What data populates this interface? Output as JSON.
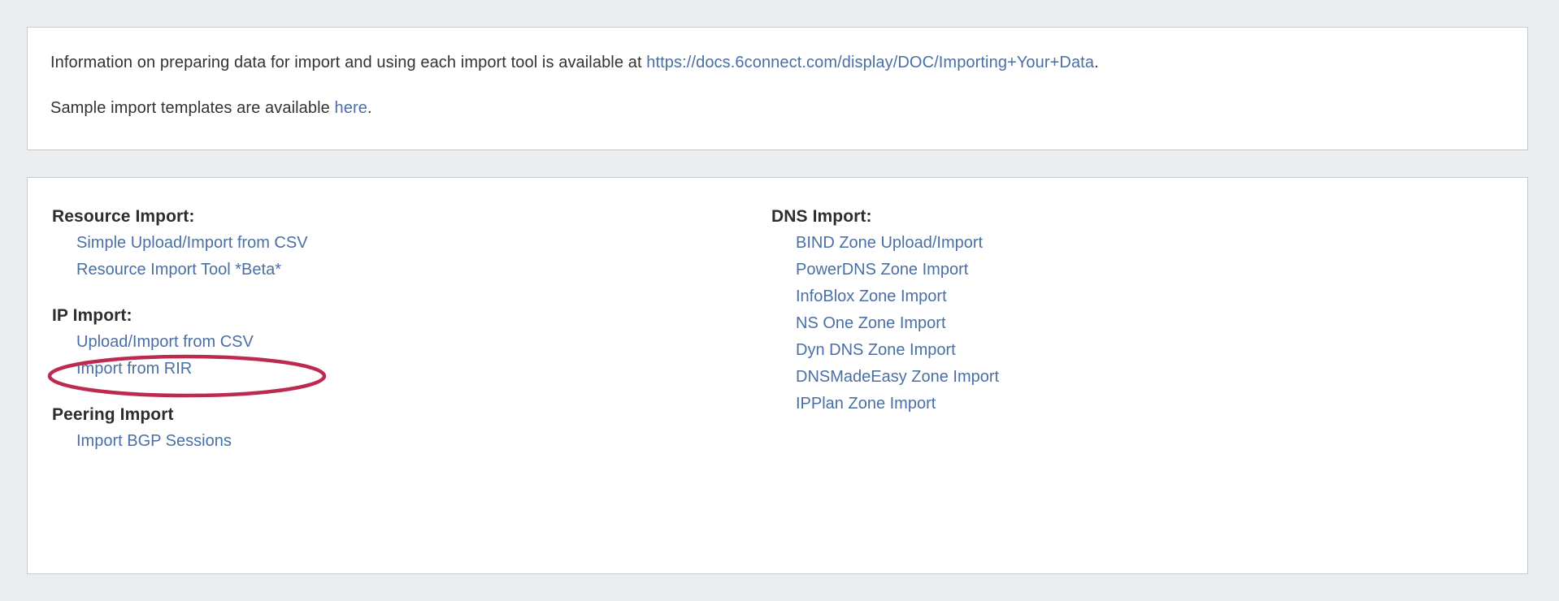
{
  "info_panel": {
    "line1_prefix": "Information on preparing data for import and using each import tool is available at ",
    "line1_link": "https://docs.6connect.com/display/DOC/Importing+Your+Data",
    "line1_suffix": ".",
    "line2_prefix": "Sample import templates are available ",
    "line2_link": "here",
    "line2_suffix": "."
  },
  "tools_panel": {
    "left_groups": [
      {
        "title": "Resource Import:",
        "links": [
          "Simple Upload/Import from CSV",
          "Resource Import Tool *Beta*"
        ]
      },
      {
        "title": "IP Import:",
        "links": [
          "Upload/Import from CSV",
          "Import from RIR"
        ]
      },
      {
        "title": "Peering Import",
        "links": [
          "Import BGP Sessions"
        ]
      }
    ],
    "right_groups": [
      {
        "title": "DNS Import:",
        "links": [
          "BIND Zone Upload/Import",
          "PowerDNS Zone Import",
          "InfoBlox Zone Import",
          "NS One Zone Import",
          "Dyn DNS Zone Import",
          "DNSMadeEasy Zone Import",
          "IPPlan Zone Import"
        ]
      }
    ]
  },
  "annotation": {
    "shape": "ellipse-highlight",
    "target_label": "Upload/Import from CSV",
    "color": "#bd2a50"
  },
  "theme": {
    "page_background": "#eaeef0",
    "panel_background": "#ffffff",
    "panel_border": "#c9c9c9",
    "link_color": "#4a6fa5",
    "text_color": "#333333",
    "heading_color": "#2d2d2d"
  }
}
